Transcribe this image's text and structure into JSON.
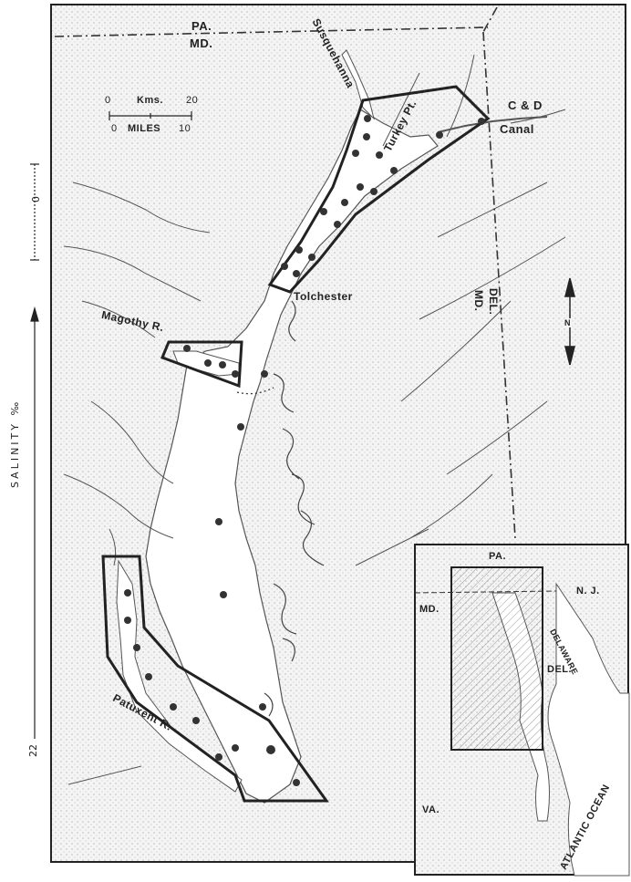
{
  "labels": {
    "pa_top": "PA.",
    "md_top": "MD.",
    "susquehanna": "Susquehanna",
    "turkey_pt": "Turkey Pt.",
    "cd": "C & D",
    "canal": "Canal",
    "tolchester": "Tolchester",
    "magothy": "Magothy R.",
    "del": "DEL.",
    "md_east": "MD.",
    "patuxent": "Patuxent R.",
    "north": "N"
  },
  "scale": {
    "km_zero": "0",
    "km_label": "Kms.",
    "km_max": "20",
    "mi_zero": "0",
    "mi_label": "MILES",
    "mi_max": "10"
  },
  "salinity": {
    "label": "SALINITY ‰",
    "top": "0",
    "bottom": "22"
  },
  "inset": {
    "pa": "PA.",
    "nj": "N. J.",
    "md": "MD.",
    "delaware": "DELAWARE",
    "del": "DEL.",
    "va": "VA.",
    "atlantic": "ATLANTIC OCEAN"
  },
  "colors": {
    "ink": "#222222",
    "stipple": "#9a9a9a",
    "water": "#ffffff"
  }
}
